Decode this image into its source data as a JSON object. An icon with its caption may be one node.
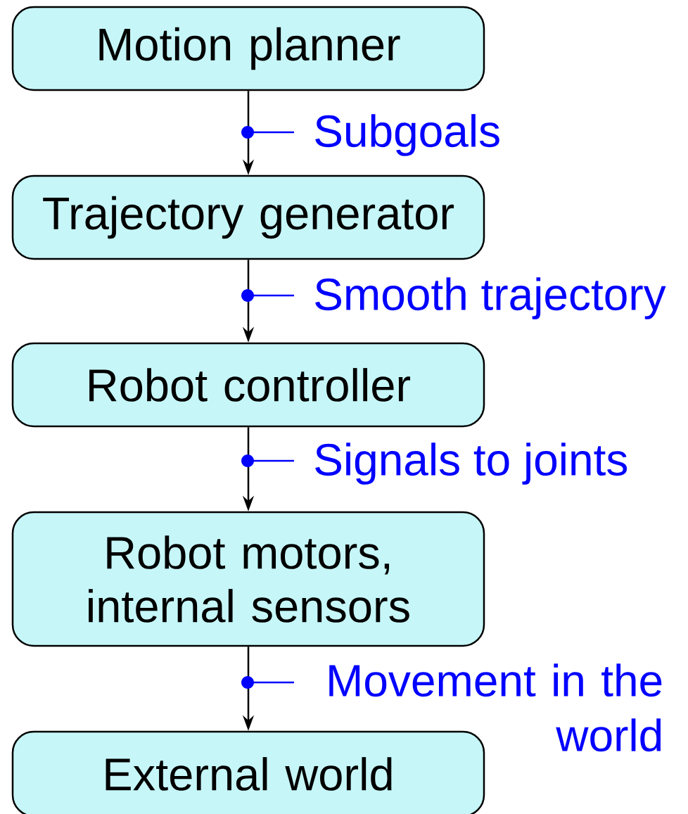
{
  "diagram": {
    "nodes": [
      {
        "text": [
          "Motion planner"
        ]
      },
      {
        "text": [
          "Trajectory generator"
        ]
      },
      {
        "text": [
          "Robot controller"
        ]
      },
      {
        "text": [
          "Robot motors, internal sensors"
        ]
      },
      {
        "text": [
          "External world"
        ]
      }
    ],
    "edges": [
      {
        "from": 0,
        "to": 1,
        "arrow": "to",
        "label": "Subgoals"
      },
      {
        "from": 1,
        "to": 2,
        "arrow": "to",
        "label": "Smooth trajectory"
      },
      {
        "from": 2,
        "to": 3,
        "arrow": "to",
        "label": "Signals to joints"
      },
      {
        "from": 3,
        "to": 4,
        "arrow": "to",
        "label": "Movement in the world"
      }
    ]
  }
}
